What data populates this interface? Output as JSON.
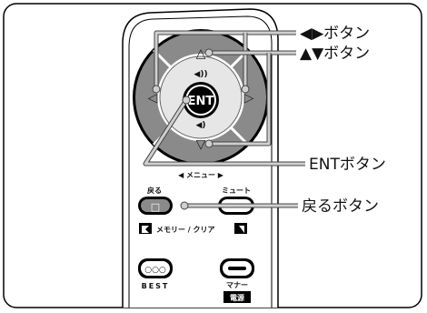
{
  "labels": {
    "lr_button": "◀▶ボタン",
    "ud_button": "▲▼ボタン",
    "ent_button": "ENTボタン",
    "back_button": "戻るボタン"
  },
  "remote": {
    "ent": "ENT",
    "up_arrow": "△",
    "down_arrow": "▽",
    "left_arrow": "◁",
    "right_arrow": "▷",
    "volume_up": "◀))",
    "volume_down": "◀)",
    "menu": "◀ メニュー ▶",
    "back": "戻る",
    "back_symbol": "□",
    "mute": "ミュート",
    "mute_symbol": "〰",
    "memory_clear": "メモリー / クリア",
    "best": "BEST",
    "best_symbol": "○○○",
    "manner": "マナー",
    "power": "電源"
  },
  "colors": {
    "frame": "#000000",
    "remote_body": "#ffffff",
    "dpad_outer": "#8a8a8a",
    "dpad_inner": "#d9d9d9",
    "leader_line": "#bfbfbf",
    "leader_line_dark": "#555555"
  }
}
